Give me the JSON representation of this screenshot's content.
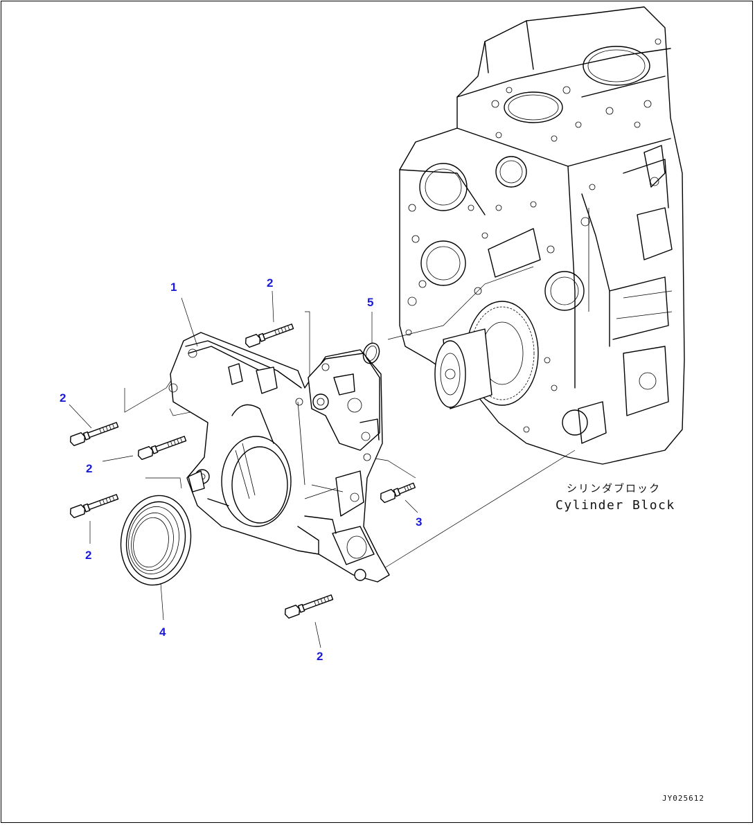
{
  "callouts": {
    "c1": "1",
    "c2a": "2",
    "c2b": "2",
    "c2c": "2",
    "c2d": "2",
    "c2e": "2",
    "c3": "3",
    "c4": "4",
    "c5": "5"
  },
  "cylinder_block": {
    "label_jp": "シリンダブロック",
    "label_en": "Cylinder Block"
  },
  "drawing_number": "JY025612",
  "colors": {
    "callout": "#1a1ad6",
    "line": "#000000",
    "background": "#ffffff"
  }
}
